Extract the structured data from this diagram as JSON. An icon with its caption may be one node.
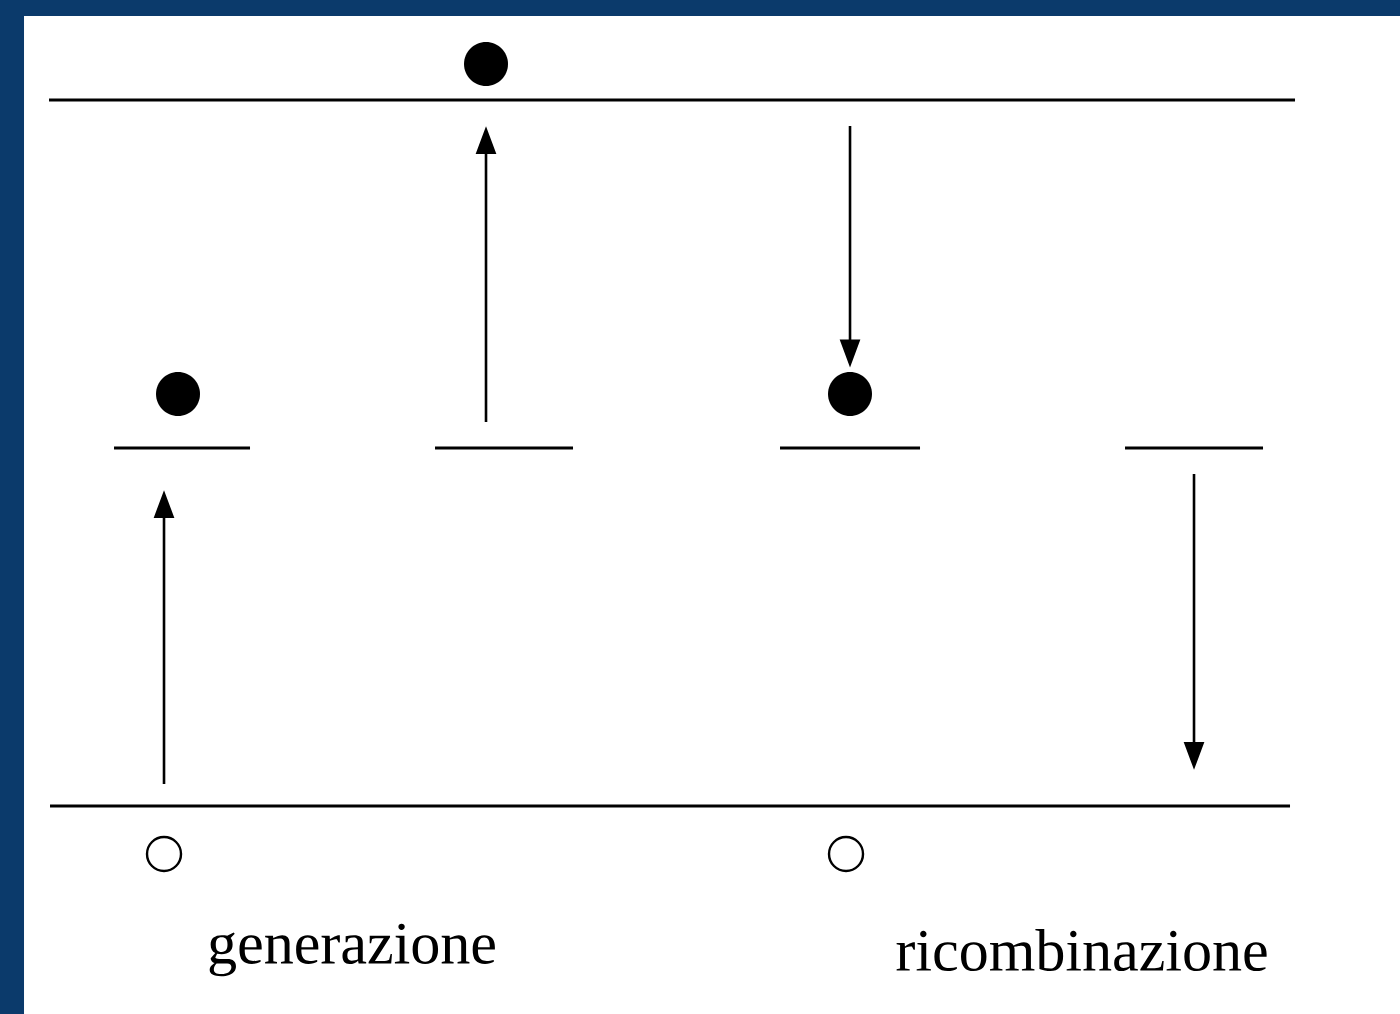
{
  "diagram": {
    "nodes": [
      {
        "text": [],
        "shape": "dot"
      },
      {
        "text": [],
        "shape": "bar"
      },
      {
        "text": [],
        "shape": "dot"
      },
      {
        "text": [],
        "shape": "dot"
      },
      {
        "text": [],
        "shape": "bar"
      },
      {
        "text": [],
        "shape": "bar"
      },
      {
        "text": [],
        "shape": "bar"
      },
      {
        "text": [],
        "shape": "bar"
      },
      {
        "text": [],
        "shape": "bar"
      },
      {
        "text": [],
        "shape": "circle"
      },
      {
        "text": [],
        "shape": "circle"
      }
    ],
    "edges": [
      {
        "from": 8,
        "to": 4,
        "arrow": "to"
      },
      {
        "from": 5,
        "to": 1,
        "arrow": "to"
      },
      {
        "from": 1,
        "to": 3,
        "arrow": "to"
      },
      {
        "from": 7,
        "to": 8,
        "arrow": "to"
      }
    ],
    "labels": [
      "generazione",
      "ricombinazione"
    ]
  }
}
